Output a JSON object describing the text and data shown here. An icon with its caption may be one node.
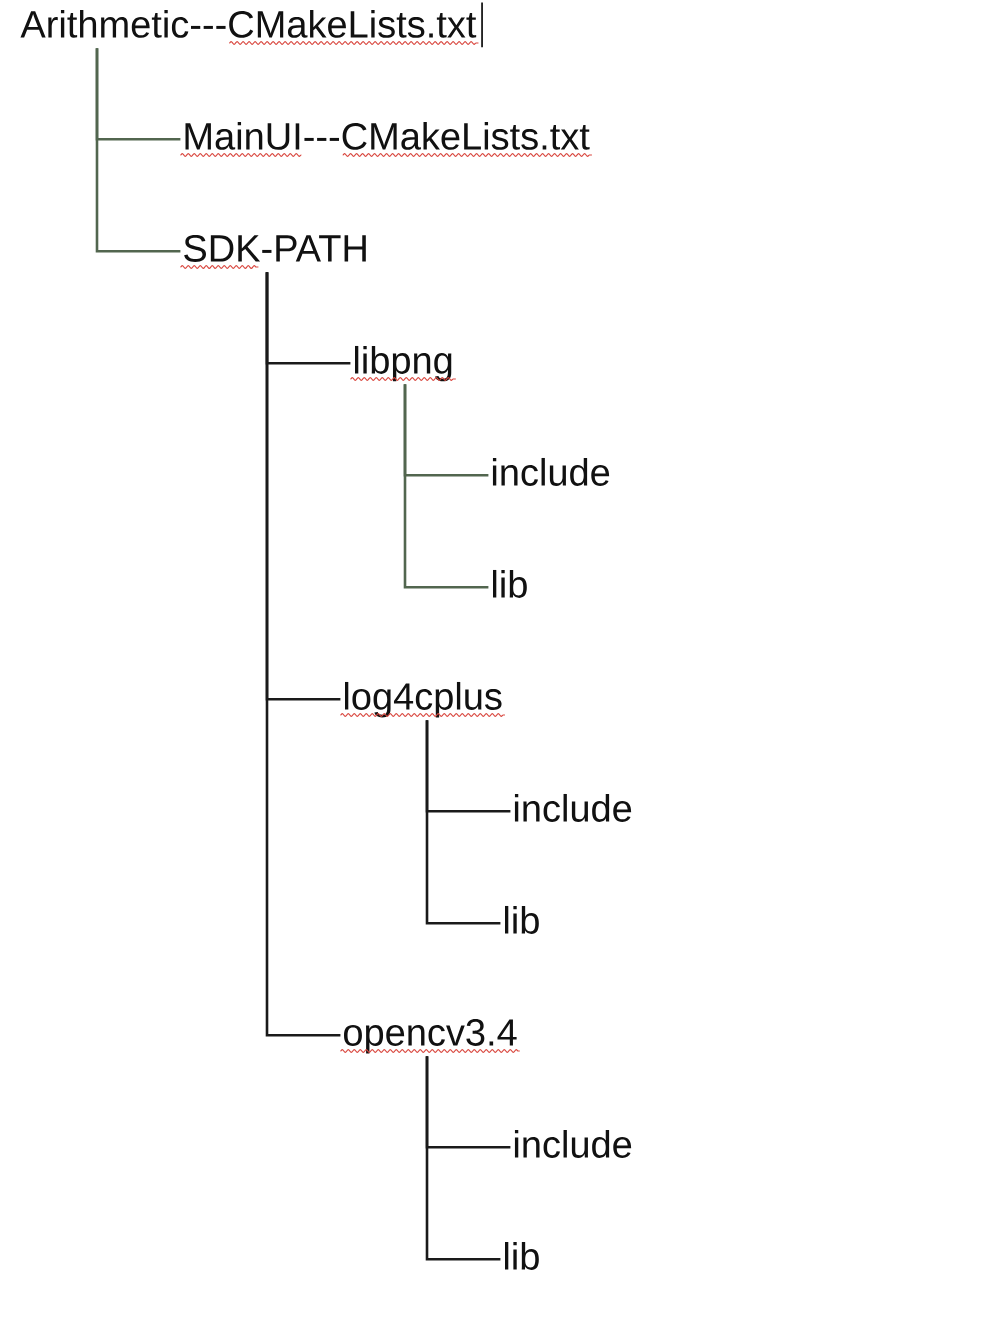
{
  "diagram": {
    "nodes": [
      {
        "text": [
          "Arithmetic---CMakeLists.txt"
        ]
      },
      {
        "text": [
          "MainUI---CMakeLists.txt"
        ]
      },
      {
        "text": [
          "SDK-PATH"
        ]
      },
      {
        "text": [
          "libpng"
        ]
      },
      {
        "text": [
          "include"
        ]
      },
      {
        "text": [
          "lib"
        ]
      },
      {
        "text": [
          "log4cplus"
        ]
      },
      {
        "text": [
          "include"
        ]
      },
      {
        "text": [
          "lib"
        ]
      },
      {
        "text": [
          "opencv3.4"
        ]
      },
      {
        "text": [
          "include"
        ]
      },
      {
        "text": [
          "lib"
        ]
      }
    ],
    "edges": [
      {
        "from": 0,
        "to": 1,
        "arrow": "none",
        "color": "#52664f"
      },
      {
        "from": 0,
        "to": 2,
        "arrow": "none",
        "color": "#52664f"
      },
      {
        "from": 2,
        "to": 3,
        "arrow": "none"
      },
      {
        "from": 3,
        "to": 4,
        "arrow": "none",
        "color": "#52664f"
      },
      {
        "from": 3,
        "to": 5,
        "arrow": "none",
        "color": "#52664f"
      },
      {
        "from": 2,
        "to": 6,
        "arrow": "none"
      },
      {
        "from": 6,
        "to": 7,
        "arrow": "none"
      },
      {
        "from": 6,
        "to": 8,
        "arrow": "none"
      },
      {
        "from": 2,
        "to": 9,
        "arrow": "none"
      },
      {
        "from": 9,
        "to": 10,
        "arrow": "none"
      },
      {
        "from": 9,
        "to": 11,
        "arrow": "none"
      }
    ]
  }
}
